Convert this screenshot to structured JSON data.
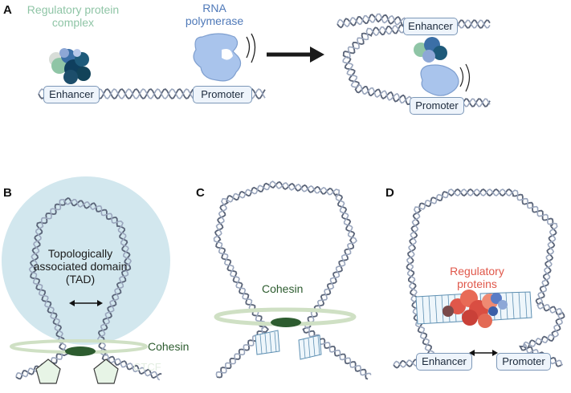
{
  "panels": {
    "a": {
      "letter": "A",
      "regulatory_label": "Regulatory protein\ncomplex",
      "polymerase_label": "RNA\npolymerase",
      "enhancer": "Enhancer",
      "promoter": "Promoter",
      "enhancer_right": "Enhancer",
      "promoter_right": "Promoter"
    },
    "b": {
      "letter": "B",
      "tad_label": "Topologically\nassociated domain\n(TAD)",
      "cohesin": "Cohesin",
      "ctcf": "CTCF"
    },
    "c": {
      "letter": "C",
      "cohesin": "Cohesin"
    },
    "d": {
      "letter": "D",
      "regulatory": "Regulatory\nproteins",
      "enhancer": "Enhancer",
      "promoter": "Promoter"
    }
  },
  "colors": {
    "dna": "#5a6478",
    "dna_light": "#9aa6bd",
    "regulatory_green": "#8fc5a6",
    "polymerase_blue": "#4f79b8",
    "cohesin_ring": "#cfe0c4",
    "cohesin_dark": "#2d5c2f",
    "tad_fill": "#d2e7ee",
    "ctcf_fill": "#e7f4e6",
    "regulatory_red": "#e0574a"
  }
}
